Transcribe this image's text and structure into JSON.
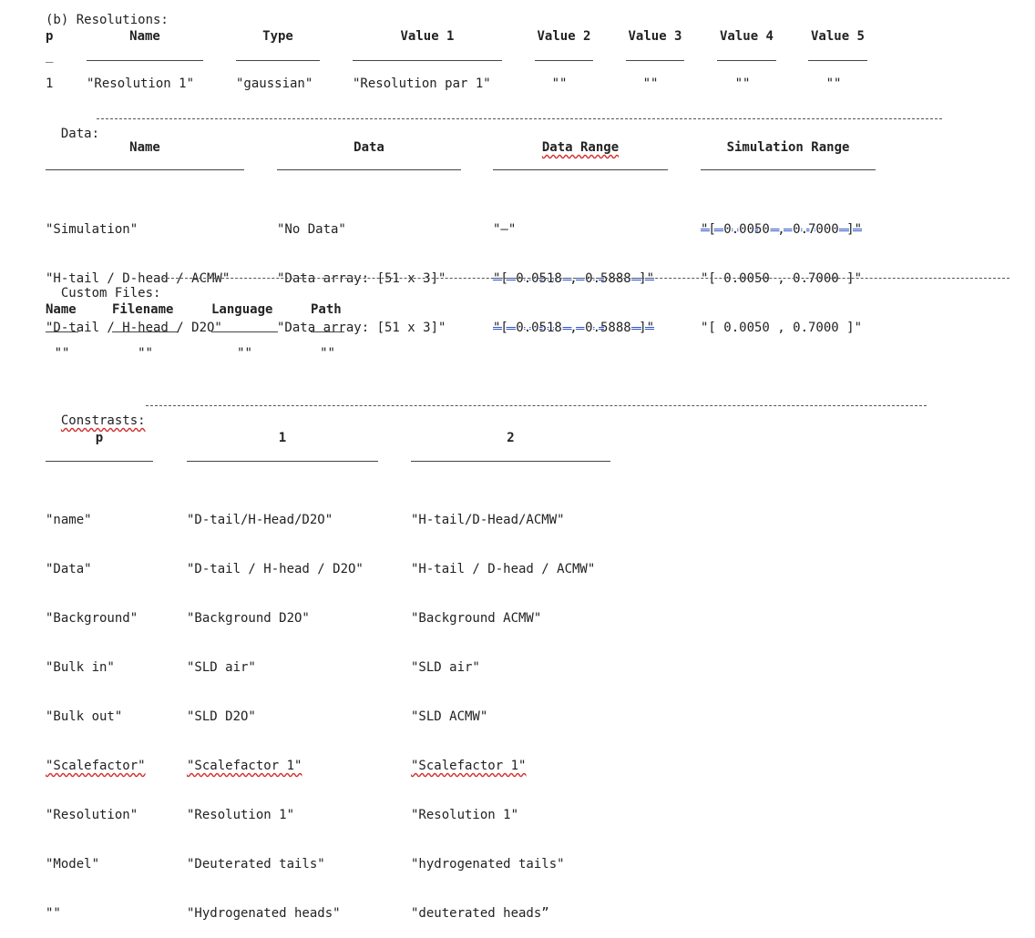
{
  "resolutions": {
    "title": "(b) Resolutions:",
    "headers": [
      "p",
      "Name",
      "Type",
      "Value 1",
      "Value 2",
      "Value 3",
      "Value 4",
      "Value 5"
    ],
    "under_p": "_",
    "row": [
      "1",
      "\"Resolution 1\"",
      "\"gaussian\"",
      "\"Resolution par 1\"",
      "\"\"",
      "\"\"",
      "\"\"",
      "\"\""
    ]
  },
  "data_section": {
    "title": "Data:",
    "headers": [
      "Name",
      "Data",
      "Data Range",
      "Simulation Range"
    ],
    "rows": [
      [
        "\"Simulation\"",
        "\"No Data\"",
        "\"–\"",
        "\"[ 0.0050 , 0.7000 ]\""
      ],
      [
        "\"H-tail / D-head / ACMW\"",
        "\"Data array: [51 x 3]\"",
        "\"[ 0.0518 , 0.5888 ]\"",
        "\"[ 0.0050 , 0.7000 ]\""
      ],
      [
        "\"D-tail / H-head / D2O\"",
        "\"Data array: [51 x 3]\"",
        "\"[ 0.0518 , 0.5888 ]\"",
        "\"[ 0.0050 , 0.7000 ]\""
      ]
    ]
  },
  "custom_files": {
    "title": "Custom Files:",
    "headers": [
      "Name",
      "Filename",
      "Language",
      "Path"
    ],
    "row": [
      "\"\"",
      "\"\"",
      "\"\"",
      "\"\""
    ]
  },
  "contrasts": {
    "title": "Constrasts:",
    "headers": [
      "p",
      "1",
      "2"
    ],
    "col_p": [
      "\"name\"",
      "\"Data\"",
      "\"Background\"",
      "\"Bulk in\"",
      "\"Bulk out\"",
      "\"Scalefactor\"",
      "\"Resolution\"",
      "\"Model\"",
      "\"\""
    ],
    "col_1": [
      "\"D-tail/H-Head/D2O\"",
      "\"D-tail / H-head / D2O\"",
      "\"Background D2O\"",
      "\"SLD air\"",
      "\"SLD D2O\"",
      "\"Scalefactor 1\"",
      "\"Resolution 1\"",
      "\"Deuterated tails\"",
      "\"Hydrogenated heads\""
    ],
    "col_2": [
      "\"H-tail/D-Head/ACMW\"",
      "\"H-tail / D-head / ACMW\"",
      "\"Background ACMW\"",
      "\"SLD air\"",
      "\"SLD ACMW\"",
      "\"Scalefactor 1\"",
      "\"Resolution 1\"",
      "\"hydrogenated tails\"",
      "\"deuterated heads”"
    ]
  }
}
